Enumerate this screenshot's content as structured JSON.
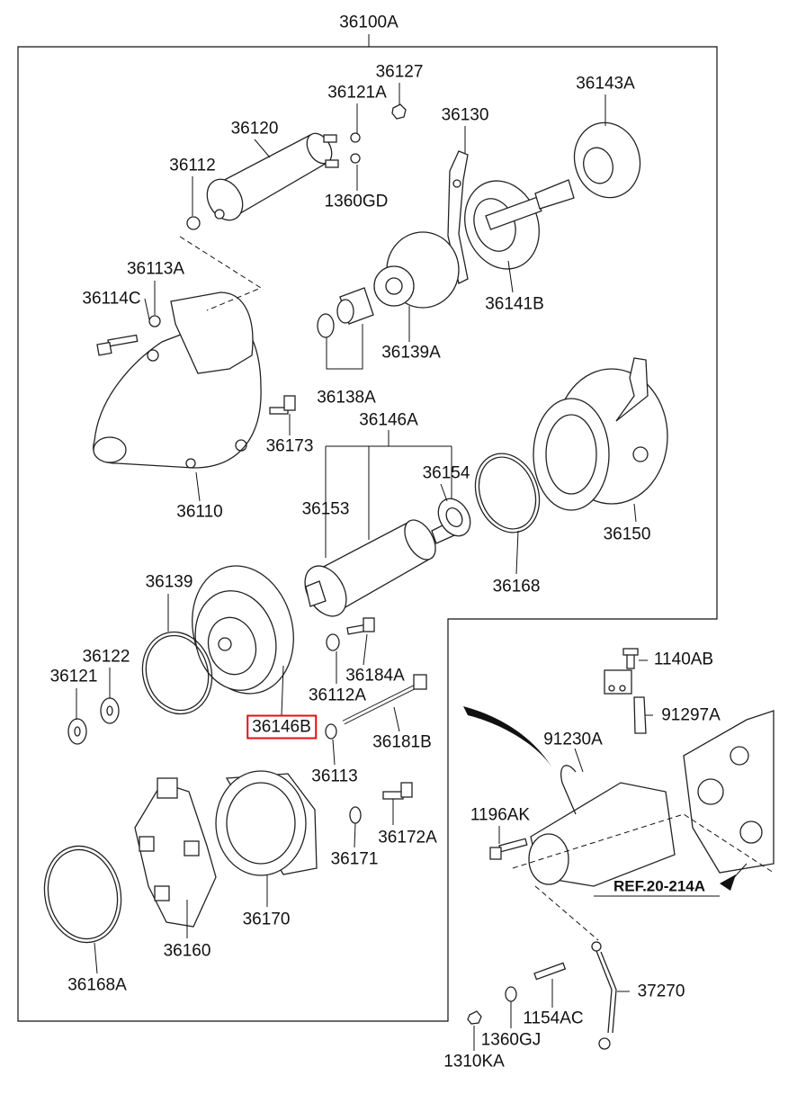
{
  "assembly": {
    "number": "36100A"
  },
  "parts": {
    "p36127": "36127",
    "p36121A": "36121A",
    "p36130": "36130",
    "p36143A": "36143A",
    "p36120": "36120",
    "p36112": "36112",
    "p1360GD": "1360GD",
    "p36113A": "36113A",
    "p36114C": "36114C",
    "p36141B": "36141B",
    "p36139A": "36139A",
    "p36138A": "36138A",
    "p36146A": "36146A",
    "p36173": "36173",
    "p36154": "36154",
    "p36153": "36153",
    "p36110": "36110",
    "p36150": "36150",
    "p36168": "36168",
    "p36139": "36139",
    "p36122": "36122",
    "p36121": "36121",
    "p36184A": "36184A",
    "p36112A": "36112A",
    "p36146B": "36146B",
    "p36181B": "36181B",
    "p36113": "36113",
    "p36172A": "36172A",
    "p36171": "36171",
    "p36170": "36170",
    "p36160": "36160",
    "p36168A": "36168A",
    "p1140AB": "1140AB",
    "p91297A": "91297A",
    "p91230A": "91230A",
    "p1196AK": "1196AK",
    "pREF": "REF.20-214A",
    "p37270": "37270",
    "p1154AC": "1154AC",
    "p1360GJ": "1360GJ",
    "p1310KA": "1310KA"
  },
  "highlight": {
    "part": "36146B",
    "color": "#e01010"
  }
}
